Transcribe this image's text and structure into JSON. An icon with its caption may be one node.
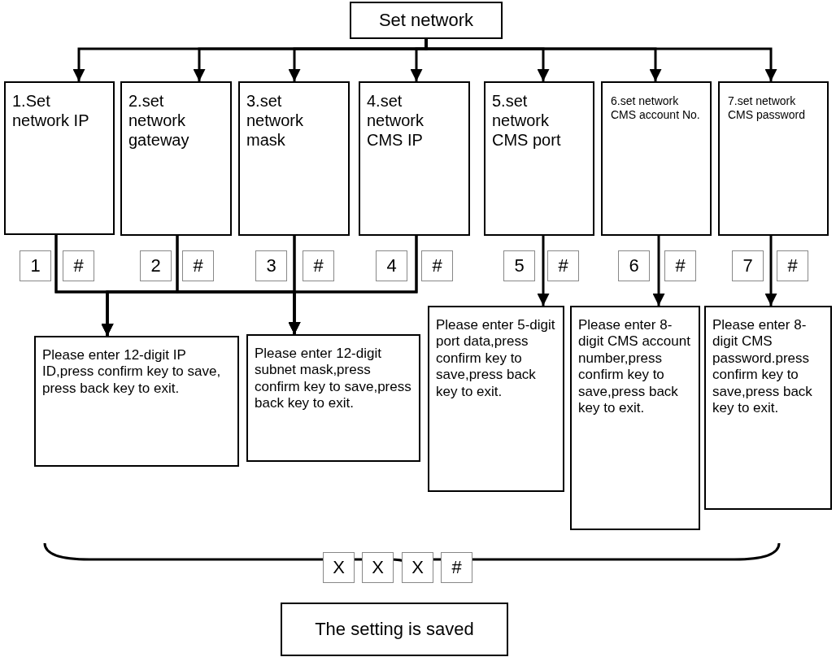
{
  "diagram": {
    "nodes": [
      {
        "text": [
          "Set network"
        ]
      },
      {
        "text": [
          "1.Set network IP"
        ]
      },
      {
        "text": [
          "2.set network gateway"
        ]
      },
      {
        "text": [
          "3.set network mask"
        ]
      },
      {
        "text": [
          "4.set network CMS IP"
        ]
      },
      {
        "text": [
          "5.set network CMS port"
        ]
      },
      {
        "text": [
          "6.set network CMS account No."
        ]
      },
      {
        "text": [
          "7.set network CMS password"
        ]
      },
      {
        "text": [
          "1"
        ]
      },
      {
        "text": [
          "#"
        ]
      },
      {
        "text": [
          "2"
        ]
      },
      {
        "text": [
          "#"
        ]
      },
      {
        "text": [
          "3"
        ]
      },
      {
        "text": [
          "#"
        ]
      },
      {
        "text": [
          "4"
        ]
      },
      {
        "text": [
          "#"
        ]
      },
      {
        "text": [
          "5"
        ]
      },
      {
        "text": [
          "#"
        ]
      },
      {
        "text": [
          "6"
        ]
      },
      {
        "text": [
          "#"
        ]
      },
      {
        "text": [
          "7"
        ]
      },
      {
        "text": [
          "#"
        ]
      },
      {
        "text": [
          "Please enter 12-digit IP ID,press confirm key to save, press back key to exit."
        ]
      },
      {
        "text": [
          "Please enter 12-digit subnet mask,press confirm key to save,press back key to exit."
        ]
      },
      {
        "text": [
          "Please enter 5-digit port data,press confirm key to save,press back key to exit."
        ]
      },
      {
        "text": [
          "Please enter 8-digit CMS account number,press confirm key to save,press back key to exit."
        ]
      },
      {
        "text": [
          "Please enter 8-digit CMS password.press confirm key to save,press back key to exit."
        ]
      },
      {
        "text": [
          "X"
        ]
      },
      {
        "text": [
          "X"
        ]
      },
      {
        "text": [
          "X"
        ]
      },
      {
        "text": [
          "#"
        ]
      },
      {
        "text": [
          "The setting is saved"
        ]
      }
    ],
    "edges": [
      {
        "from": 0,
        "to": 1,
        "arrow": "to"
      },
      {
        "from": 0,
        "to": 2,
        "arrow": "to"
      },
      {
        "from": 0,
        "to": 3,
        "arrow": "to"
      },
      {
        "from": 0,
        "to": 4,
        "arrow": "to"
      },
      {
        "from": 0,
        "to": 5,
        "arrow": "to"
      },
      {
        "from": 0,
        "to": 6,
        "arrow": "to"
      },
      {
        "from": 0,
        "to": 7,
        "arrow": "to"
      },
      {
        "from": 1,
        "to": 22,
        "arrow": "to"
      },
      {
        "from": 1,
        "to": 23,
        "arrow": "to"
      },
      {
        "from": 2,
        "to": 22,
        "arrow": "to"
      },
      {
        "from": 2,
        "to": 23,
        "arrow": "to"
      },
      {
        "from": 3,
        "to": 22,
        "arrow": "to"
      },
      {
        "from": 3,
        "to": 23,
        "arrow": "to"
      },
      {
        "from": 4,
        "to": 22,
        "arrow": "to"
      },
      {
        "from": 4,
        "to": 23,
        "arrow": "to"
      },
      {
        "from": 5,
        "to": 24,
        "arrow": "to"
      },
      {
        "from": 6,
        "to": 25,
        "arrow": "to"
      },
      {
        "from": 7,
        "to": 26,
        "arrow": "to"
      }
    ]
  }
}
